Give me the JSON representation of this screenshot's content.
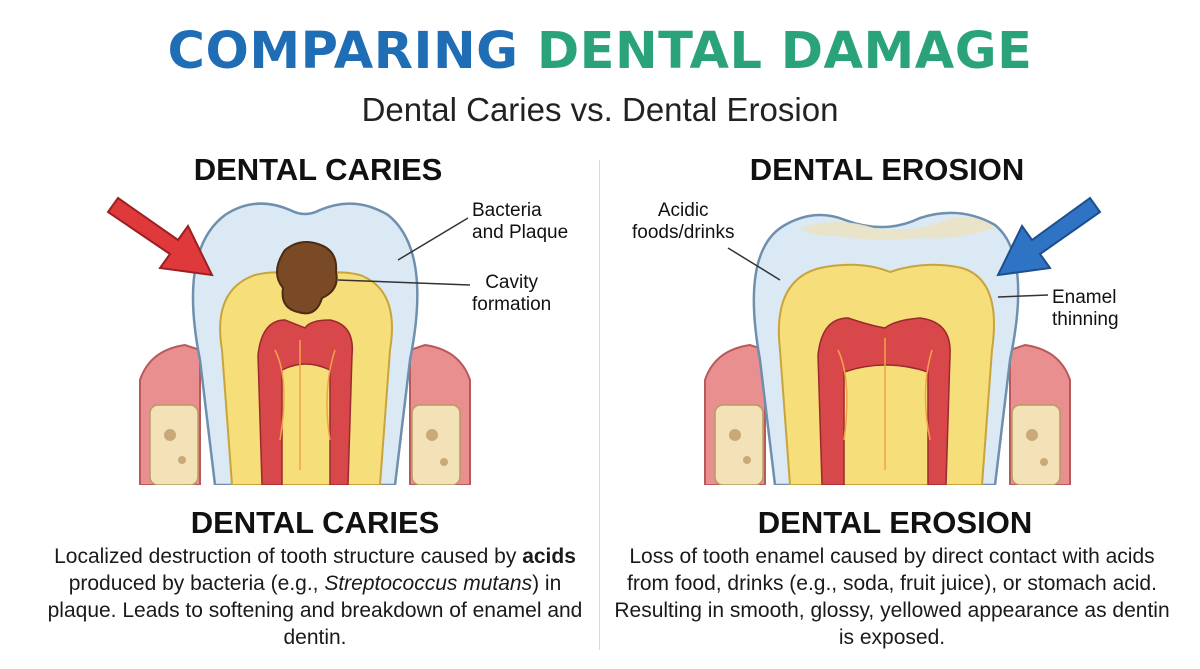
{
  "header": {
    "title_part1": "COMPARING",
    "title_part2": "DENTAL DAMAGE",
    "subtitle": "Dental Caries vs. Dental Erosion"
  },
  "left": {
    "heading": "DENTAL CARIES",
    "callout_bacteria": "Bacteria and Plaque",
    "callout_bacteria_line1": "Bacteria",
    "callout_bacteria_line2": "and Plaque",
    "callout_cavity_line1": "Cavity",
    "callout_cavity_line2": "formation",
    "caption_heading": "DENTAL CARIES",
    "desc_part1": "Localized destruction of tooth structure caused by ",
    "desc_bold": "acids",
    "desc_part2": " produced by bacteria (e.g., ",
    "desc_italic": "Streptococcus mutans",
    "desc_part3": ") in plaque. Leads to softening and breakdown of enamel and dentin."
  },
  "right": {
    "heading": "DENTAL EROSION",
    "callout_acid_line1": "Acidic",
    "callout_acid_line2": "foods/drinks",
    "callout_enamel_line1": "Enamel",
    "callout_enamel_line2": "thinning",
    "caption_heading": "DENTAL EROSION",
    "desc": "Loss of tooth enamel caused by direct contact with acids from food, drinks (e.g., soda, fruit juice), or stomach acid. Resulting in smooth, glossy, yellowed appearance as dentin is exposed."
  },
  "colors": {
    "title_blue": "#1f6db5",
    "title_green": "#2aa37a",
    "arrow_red": "#e0393b",
    "arrow_blue": "#2f74c4",
    "enamel": "#dbe9f4",
    "dentin": "#f6de7a",
    "pulp": "#d8474a",
    "gum": "#ea8f8f",
    "bone": "#f3e2b8",
    "cavity": "#7a4a26"
  }
}
